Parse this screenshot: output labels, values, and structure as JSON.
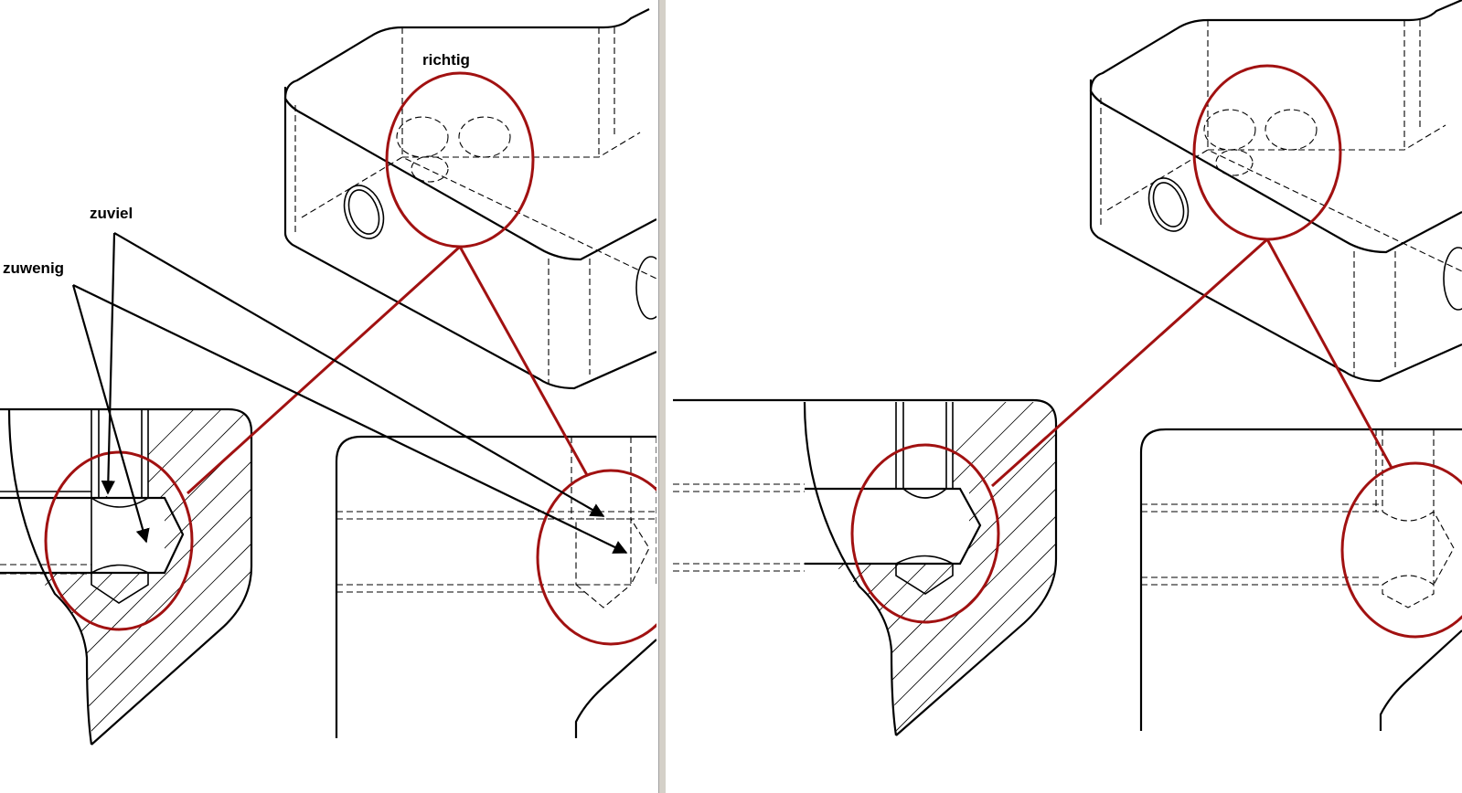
{
  "labels": {
    "correct": "richtig",
    "too_much": "zuviel",
    "too_little": "zuwenig"
  },
  "colors": {
    "callout": "#a11111",
    "line": "#000000",
    "background": "#ffffff",
    "divider": "#d4d0c8"
  }
}
